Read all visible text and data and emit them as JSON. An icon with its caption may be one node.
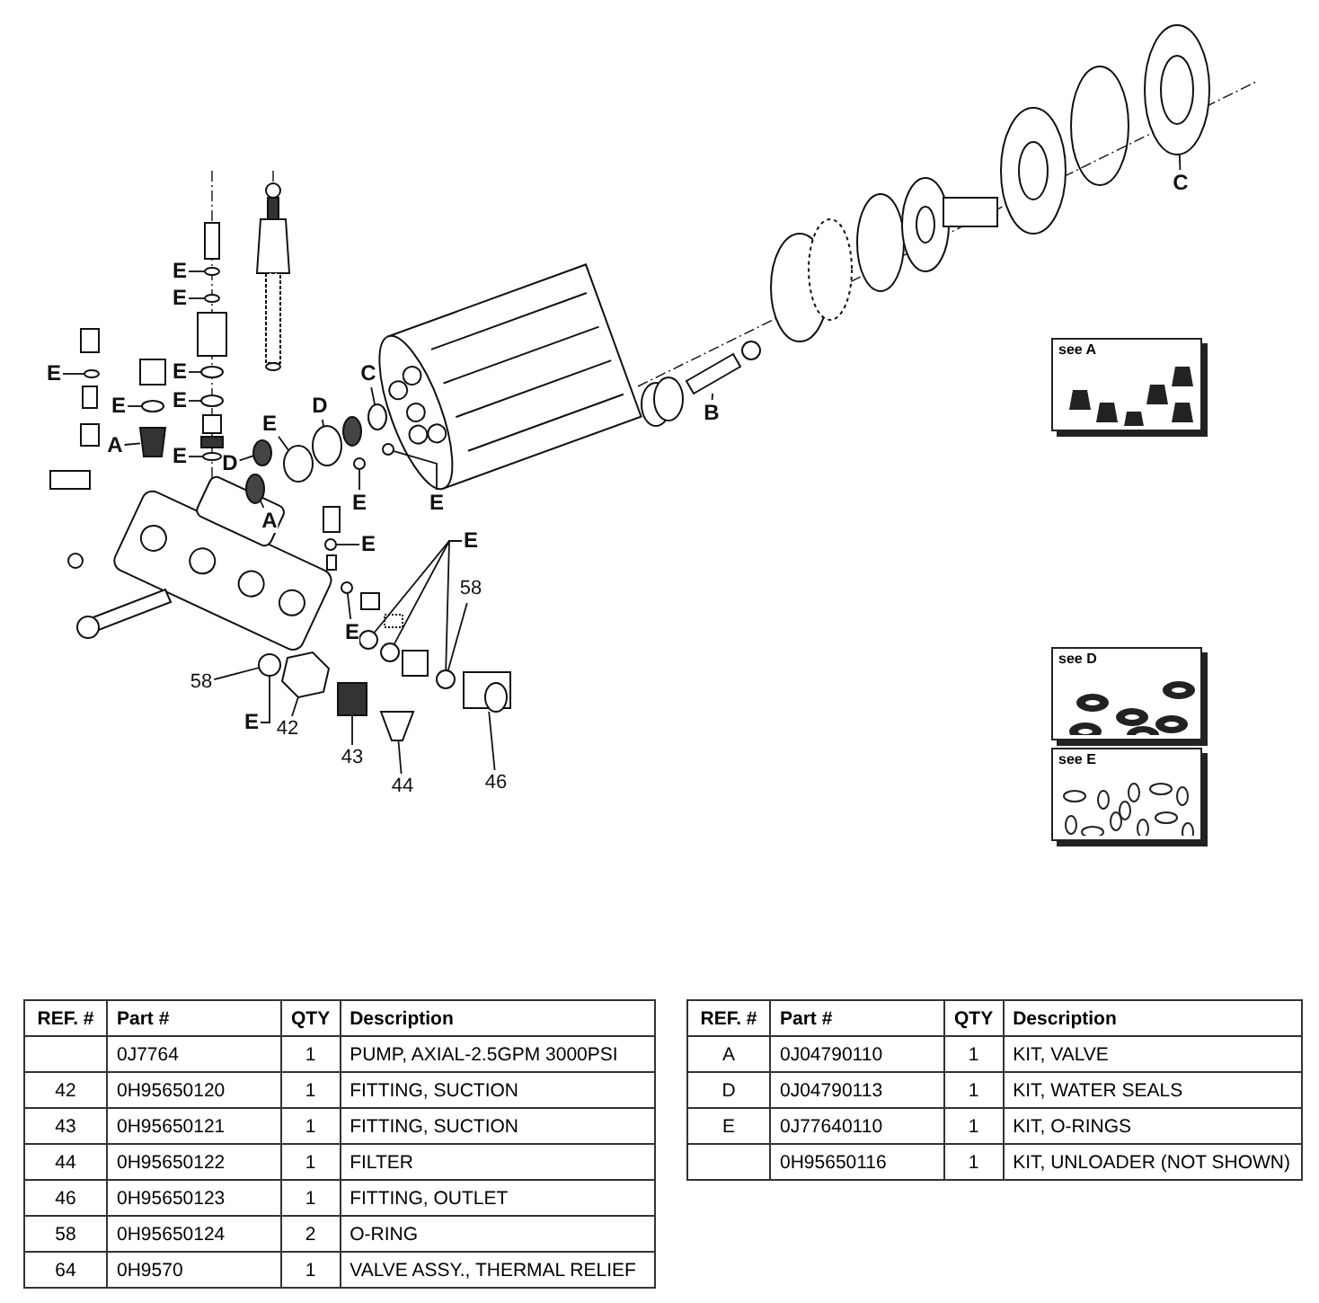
{
  "diagram": {
    "nodes": [
      {
        "text": [
          "E"
        ]
      },
      {
        "text": [
          "E"
        ]
      },
      {
        "text": [
          "E"
        ]
      },
      {
        "text": [
          "E"
        ]
      },
      {
        "text": [
          "A"
        ]
      },
      {
        "text": [
          "E"
        ]
      },
      {
        "text": [
          "E"
        ]
      },
      {
        "text": [
          "E"
        ]
      },
      {
        "text": [
          "D"
        ]
      },
      {
        "text": [
          "A"
        ]
      },
      {
        "text": [
          "E"
        ]
      },
      {
        "text": [
          "D"
        ]
      },
      {
        "text": [
          "C"
        ]
      },
      {
        "text": [
          "E"
        ]
      },
      {
        "text": [
          "E"
        ]
      },
      {
        "text": [
          "E"
        ]
      },
      {
        "text": [
          "E"
        ]
      },
      {
        "text": [
          "E"
        ]
      },
      {
        "text": [
          "58"
        ]
      },
      {
        "text": [
          "58"
        ]
      },
      {
        "text": [
          "E"
        ]
      },
      {
        "text": [
          "42"
        ]
      },
      {
        "text": [
          "43"
        ]
      },
      {
        "text": [
          "44"
        ]
      },
      {
        "text": [
          "46"
        ]
      },
      {
        "text": [
          "B"
        ]
      },
      {
        "text": [
          "C"
        ]
      },
      {
        "text": [
          "see A"
        ]
      },
      {
        "text": [
          "see D"
        ]
      },
      {
        "text": [
          "see E"
        ]
      },
      {
        "text": [],
        "shape": "circle"
      },
      {
        "text": [],
        "shape": "circle"
      },
      {
        "text": [],
        "shape": "circle"
      },
      {
        "text": [],
        "shape": "circle"
      },
      {
        "text": [],
        "shape": "trapezoid"
      },
      {
        "text": [],
        "shape": "circle"
      },
      {
        "text": [],
        "shape": "circle"
      },
      {
        "text": [],
        "shape": "circle"
      },
      {
        "text": [],
        "shape": "circle"
      },
      {
        "text": [],
        "shape": "circle"
      },
      {
        "text": [],
        "shape": "circle"
      },
      {
        "text": [],
        "shape": "circle"
      },
      {
        "text": [],
        "shape": "circle"
      },
      {
        "text": [],
        "shape": "circle"
      },
      {
        "text": [],
        "shape": "circle"
      },
      {
        "text": [],
        "shape": "circle"
      },
      {
        "text": [],
        "shape": "circle"
      },
      {
        "text": [],
        "shape": "circle"
      },
      {
        "text": [],
        "shape": "circle"
      },
      {
        "text": [],
        "shape": "circle"
      },
      {
        "text": [],
        "shape": "circle"
      },
      {
        "text": [],
        "shape": "hexagon"
      },
      {
        "text": [],
        "shape": "box"
      },
      {
        "text": [],
        "shape": "trapezoid"
      },
      {
        "text": [],
        "shape": "box"
      },
      {
        "text": [],
        "shape": "bar"
      },
      {
        "text": [],
        "shape": "circle"
      }
    ],
    "edges": [
      {
        "from": 0,
        "to": 30,
        "arrow": "none"
      },
      {
        "from": 1,
        "to": 31,
        "arrow": "none"
      },
      {
        "from": 2,
        "to": 32,
        "arrow": "none"
      },
      {
        "from": 3,
        "to": 33,
        "arrow": "none"
      },
      {
        "from": 4,
        "to": 34,
        "arrow": "none"
      },
      {
        "from": 5,
        "to": 35,
        "arrow": "none"
      },
      {
        "from": 6,
        "to": 36,
        "arrow": "none"
      },
      {
        "from": 7,
        "to": 37,
        "arrow": "none"
      },
      {
        "from": 8,
        "to": 38,
        "arrow": "none"
      },
      {
        "from": 9,
        "to": 39,
        "arrow": "none"
      },
      {
        "from": 10,
        "to": 40,
        "arrow": "none"
      },
      {
        "from": 11,
        "to": 41,
        "arrow": "none"
      },
      {
        "from": 12,
        "to": 42,
        "arrow": "none"
      },
      {
        "from": 13,
        "to": 43,
        "arrow": "none"
      },
      {
        "from": 14,
        "to": 44,
        "arrow": "none"
      },
      {
        "from": 15,
        "to": 45,
        "arrow": "none"
      },
      {
        "from": 16,
        "to": 46,
        "arrow": "none"
      },
      {
        "from": 17,
        "to": 47,
        "arrow": "none"
      },
      {
        "from": 17,
        "to": 48,
        "arrow": "none"
      },
      {
        "from": 17,
        "to": 49,
        "arrow": "none"
      },
      {
        "from": 18,
        "to": 49,
        "arrow": "none"
      },
      {
        "from": 19,
        "to": 50,
        "arrow": "none"
      },
      {
        "from": 20,
        "to": 50,
        "arrow": "none"
      },
      {
        "from": 21,
        "to": 51,
        "arrow": "none"
      },
      {
        "from": 22,
        "to": 52,
        "arrow": "none"
      },
      {
        "from": 23,
        "to": 53,
        "arrow": "none"
      },
      {
        "from": 24,
        "to": 54,
        "arrow": "none"
      },
      {
        "from": 25,
        "to": 55,
        "arrow": "none"
      },
      {
        "from": 26,
        "to": 56,
        "arrow": "none"
      }
    ],
    "labels": [
      "REF. #",
      "Part #",
      "QTY",
      "Description",
      "0J7764",
      "1",
      "PUMP, AXIAL-2.5GPM 3000PSI",
      "42",
      "0H95650120",
      "1",
      "FITTING, SUCTION",
      "43",
      "0H95650121",
      "1",
      "FITTING, SUCTION",
      "44",
      "0H95650122",
      "1",
      "FILTER",
      "46",
      "0H95650123",
      "1",
      "FITTING, OUTLET",
      "58",
      "0H95650124",
      "2",
      "O-RING",
      "64",
      "0H9570",
      "1",
      "VALVE ASSY., THERMAL RELIEF",
      "REF. #",
      "Part #",
      "QTY",
      "Description",
      "A",
      "0J04790110",
      "1",
      "KIT, VALVE",
      "D",
      "0J04790113",
      "1",
      "KIT, WATER SEALS",
      "E",
      "0J77640110",
      "1",
      "KIT, O-RINGS",
      "0H95650116",
      "1",
      "KIT, UNLOADER (NOT SHOWN)"
    ]
  }
}
